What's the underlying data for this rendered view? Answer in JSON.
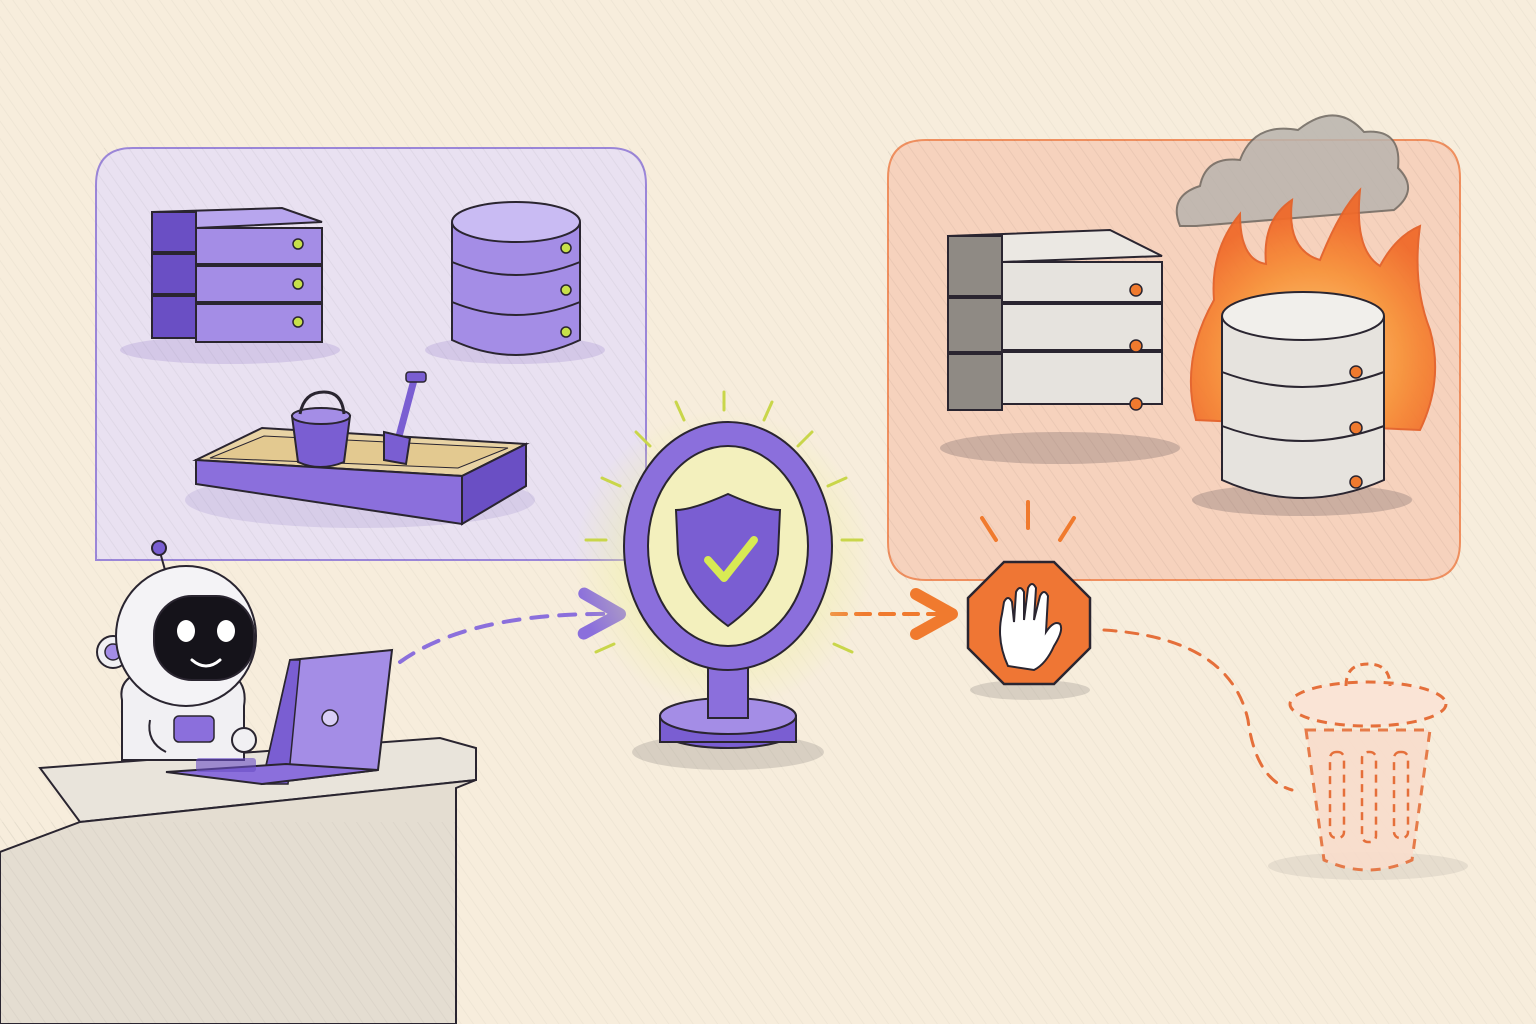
{
  "colors": {
    "background": "#f7eddc",
    "purple": "#8b6fdc",
    "purple_dark": "#5b3fb0",
    "purple_light": "#b8a6ee",
    "orange": "#f07a2e",
    "orange_zone": "#f6c2a6",
    "gray_server": "#e4e1dc",
    "green_led": "#c7e04a",
    "glow": "#e6ef8a",
    "ink": "#2a2530"
  },
  "scene": {
    "sandbox_zone": {
      "theme": "purple",
      "contents": [
        "server-rack-icon",
        "database-icon",
        "sandbox-icon"
      ]
    },
    "production_zone": {
      "theme": "orange",
      "contents": [
        "server-rack-icon",
        "database-icon",
        "fire-icon",
        "smoke-cloud-icon"
      ]
    },
    "agent": "robot-icon",
    "device": "laptop-icon",
    "gate": "shield-check-icon",
    "block": "stop-hand-icon",
    "discard": "trash-can-icon"
  },
  "flow": [
    {
      "from": "robot-agent",
      "to": "shield-gate",
      "style": "dashed",
      "color": "purple"
    },
    {
      "from": "shield-gate",
      "to": "stop-sign",
      "style": "dashed",
      "color": "orange"
    },
    {
      "from": "stop-sign",
      "to": "trash-can",
      "style": "dashed",
      "color": "orange"
    }
  ]
}
